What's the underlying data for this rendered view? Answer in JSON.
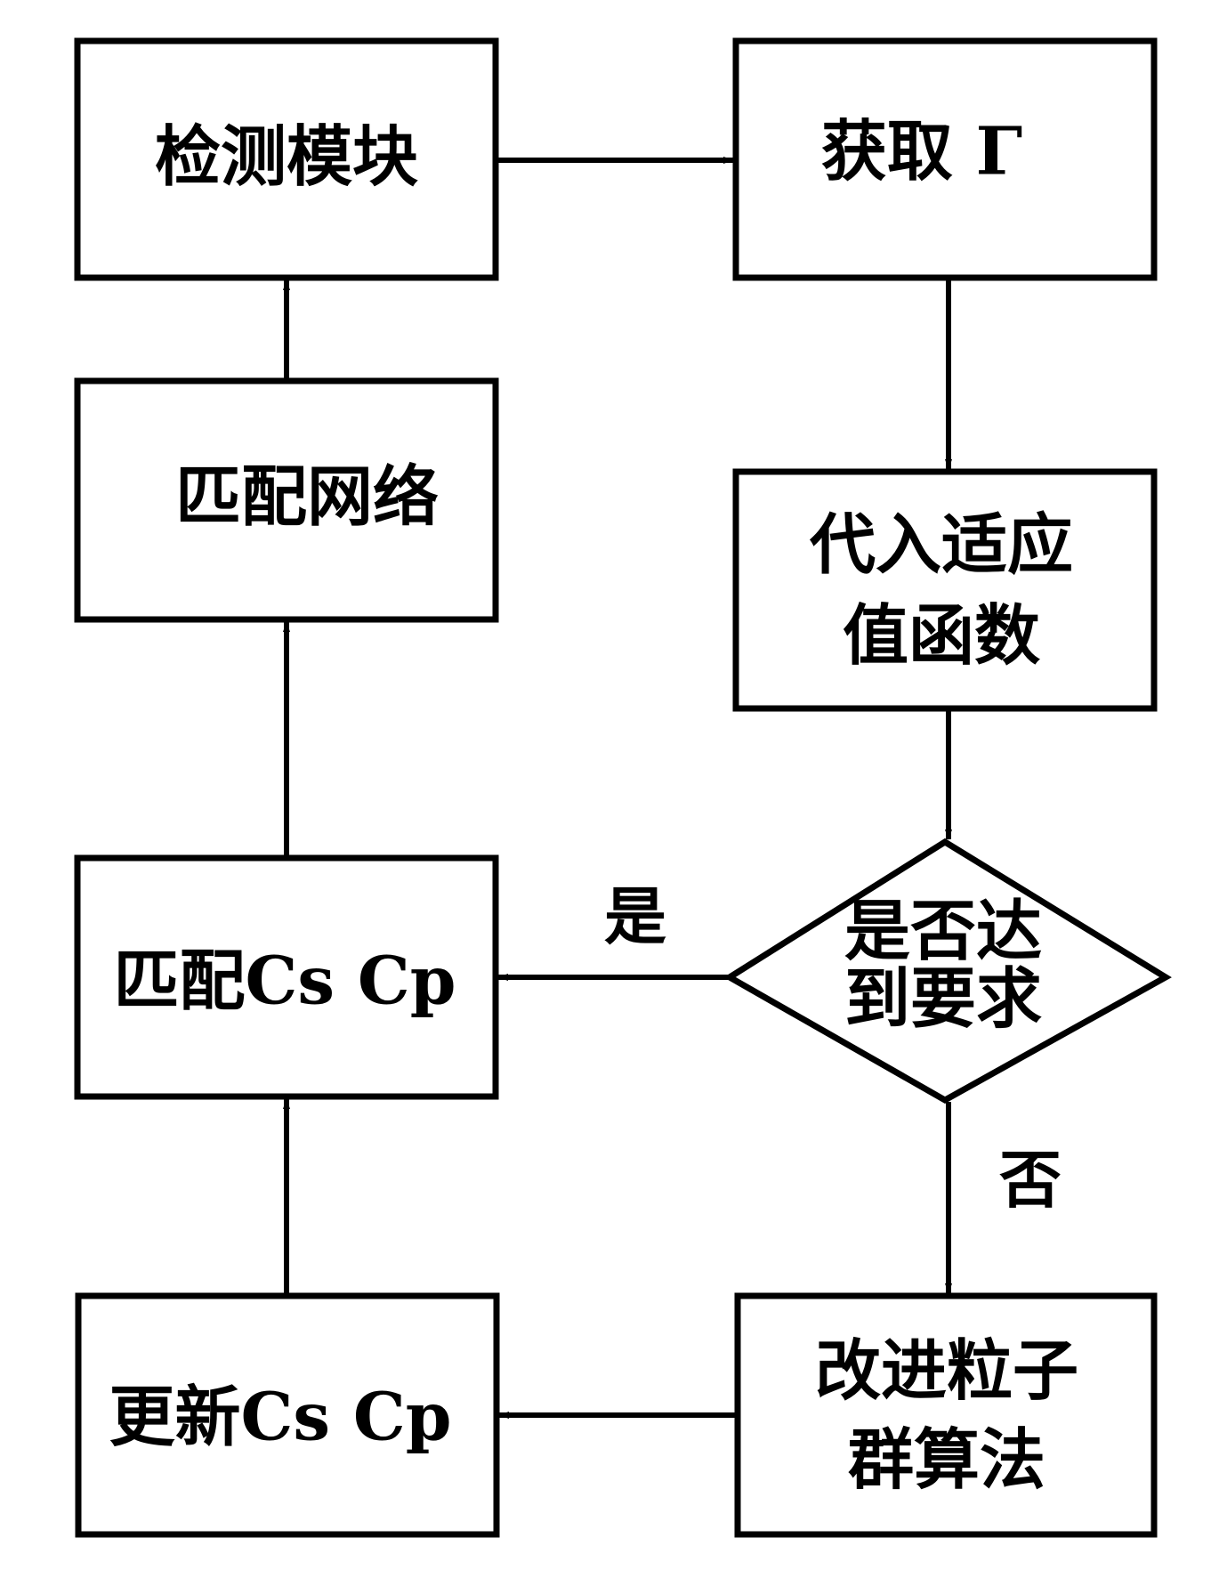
{
  "diagram": {
    "type": "flowchart",
    "nodes": {
      "detect": {
        "label": [
          "检测模块"
        ],
        "shape": "rect"
      },
      "getGamma": {
        "label": [
          "获取 Γ"
        ],
        "shape": "rect"
      },
      "fitness": {
        "label": [
          "代入适应",
          "值函数"
        ],
        "shape": "rect"
      },
      "decision": {
        "label": [
          "是否达",
          "到要求"
        ],
        "shape": "diamond"
      },
      "pso": {
        "label": [
          "改进粒子",
          "群算法"
        ],
        "shape": "rect"
      },
      "update": {
        "label": [
          "更新Cs Cp"
        ],
        "shape": "rect"
      },
      "matchC": {
        "label": [
          "匹配Cs Cp"
        ],
        "shape": "rect"
      },
      "matchNet": {
        "label": [
          "匹配网络"
        ],
        "shape": "rect"
      }
    },
    "edges": [
      {
        "from": "detect",
        "to": "getGamma",
        "label": ""
      },
      {
        "from": "getGamma",
        "to": "fitness",
        "label": ""
      },
      {
        "from": "fitness",
        "to": "decision",
        "label": ""
      },
      {
        "from": "decision",
        "to": "matchC",
        "label": "是"
      },
      {
        "from": "decision",
        "to": "pso",
        "label": "否"
      },
      {
        "from": "pso",
        "to": "update",
        "label": ""
      },
      {
        "from": "update",
        "to": "matchC",
        "label": ""
      },
      {
        "from": "matchC",
        "to": "matchNet",
        "label": ""
      },
      {
        "from": "matchNet",
        "to": "detect",
        "label": ""
      }
    ],
    "colors": {
      "stroke": "#000000",
      "background": "#ffffff"
    }
  }
}
